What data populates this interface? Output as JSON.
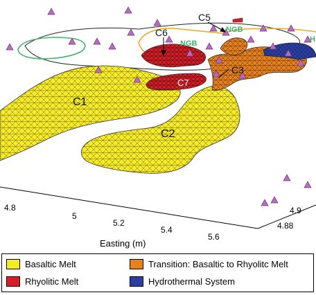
{
  "figure": {
    "axis": {
      "xlabel": "Easting (m)",
      "x_ticks": [
        "4.8",
        "5",
        "5.2",
        "5.4",
        "5.6"
      ],
      "y_ticks": [
        "4.9",
        "4.88"
      ]
    },
    "labels": {
      "c1": "C1",
      "c2": "C2",
      "c3": "C3",
      "c5": "C5",
      "c6": "C6",
      "c7": "C7",
      "ngb": "NGB",
      "ngb2": "NGB",
      "h_edge": "H"
    },
    "colors": {
      "basaltic": "#f5eb2a",
      "transition": "#e8821e",
      "rhyolitic": "#d61f26",
      "hydrothermal": "#2b3f9e",
      "station": "#b86bc2",
      "green_outline": "#3fb36a",
      "orange_outline": "#f3a81e"
    }
  },
  "legend": {
    "items": [
      {
        "label": "Basaltic Melt",
        "color": "#f5eb2a"
      },
      {
        "label": "Transition: Basaltic to Rhyolitc Melt",
        "color": "#e8821e"
      },
      {
        "label": "Rhyolitic Melt",
        "color": "#d61f26"
      },
      {
        "label": "Hydrothermal System",
        "color": "#2b3f9e"
      }
    ]
  }
}
